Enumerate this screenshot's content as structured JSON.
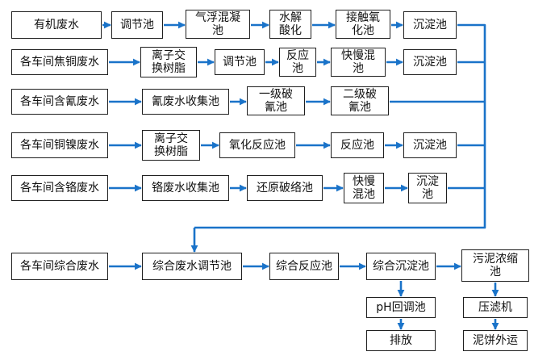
{
  "diagram": {
    "line_color": "#1a73c9",
    "row1": {
      "source": "有机废水",
      "steps": [
        "调节池",
        "气浮混凝\n池",
        "水解\n酸化",
        "接触氧\n化池",
        "沉淀池"
      ]
    },
    "row2": {
      "source": "各车间焦铜废水",
      "steps": [
        "离子交\n换树脂",
        "调节池",
        "反应\n池",
        "快慢混\n池",
        "沉淀池"
      ]
    },
    "row3": {
      "source": "各车间含氰废水",
      "steps": [
        "氰废水收集池",
        "一级破\n氰池",
        "二级破\n氰池"
      ]
    },
    "row4": {
      "source": "各车间铜镍废水",
      "steps": [
        "离子交\n换树脂",
        "氧化反应池",
        "反应池",
        "沉淀池"
      ]
    },
    "row5": {
      "source": "各车间含铬废水",
      "steps": [
        "铬废水收集池",
        "还原破络池",
        "快慢\n混池",
        "沉淀\n池"
      ]
    },
    "row6": {
      "source": "各车间综合废水",
      "steps": [
        "综合废水调节池",
        "综合反应池",
        "综合沉淀池",
        "污泥浓缩\n池"
      ]
    },
    "branch_effluent": [
      "pH回调池",
      "排放"
    ],
    "branch_sludge": [
      "压滤机",
      "泥饼外运"
    ]
  }
}
